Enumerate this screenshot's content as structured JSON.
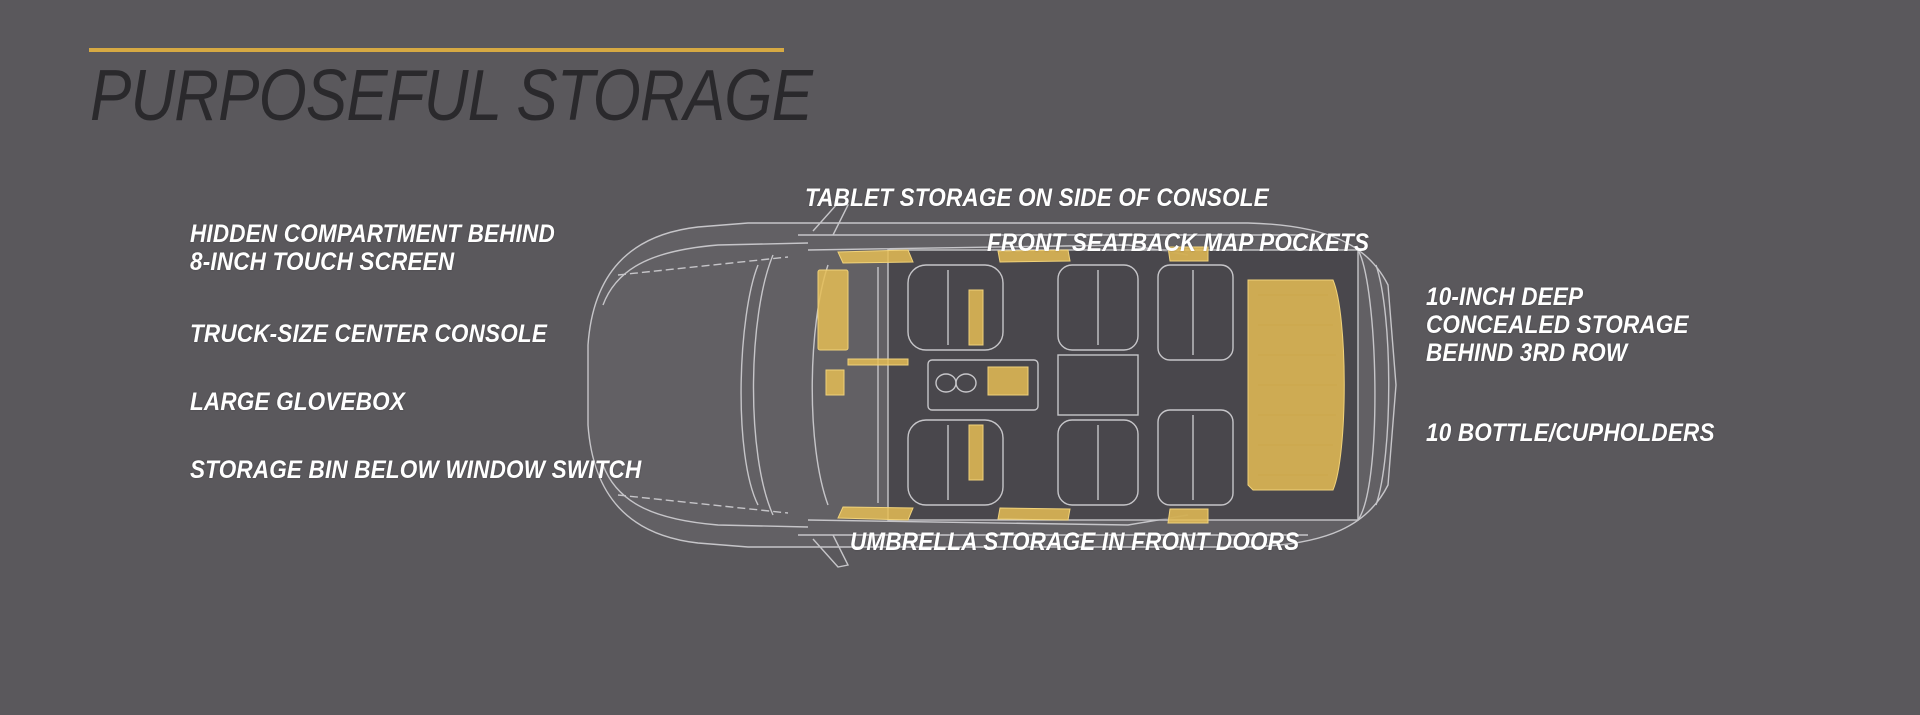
{
  "header": {
    "title": "PURPOSEFUL STORAGE",
    "accent_color": "#d6a943"
  },
  "background_color": "#5a585c",
  "highlight_color": "#e5bd55",
  "diagram": {
    "subject": "vehicle-top-view-cutaway",
    "callouts": {
      "hidden_compartment": "HIDDEN COMPARTMENT BEHIND\n8-INCH TOUCH SCREEN",
      "center_console": "TRUCK-SIZE CENTER CONSOLE",
      "glovebox": "LARGE GLOVEBOX",
      "storage_bin": "STORAGE BIN BELOW WINDOW SWITCH",
      "tablet_storage": "TABLET STORAGE ON SIDE OF CONSOLE",
      "map_pockets": "FRONT SEATBACK MAP POCKETS",
      "deep_storage": "10-INCH DEEP\nCONCEALED STORAGE\nBEHIND 3RD ROW",
      "cupholders": "10 BOTTLE/CUPHOLDERS",
      "umbrella_storage": "UMBRELLA STORAGE IN FRONT DOORS"
    }
  }
}
